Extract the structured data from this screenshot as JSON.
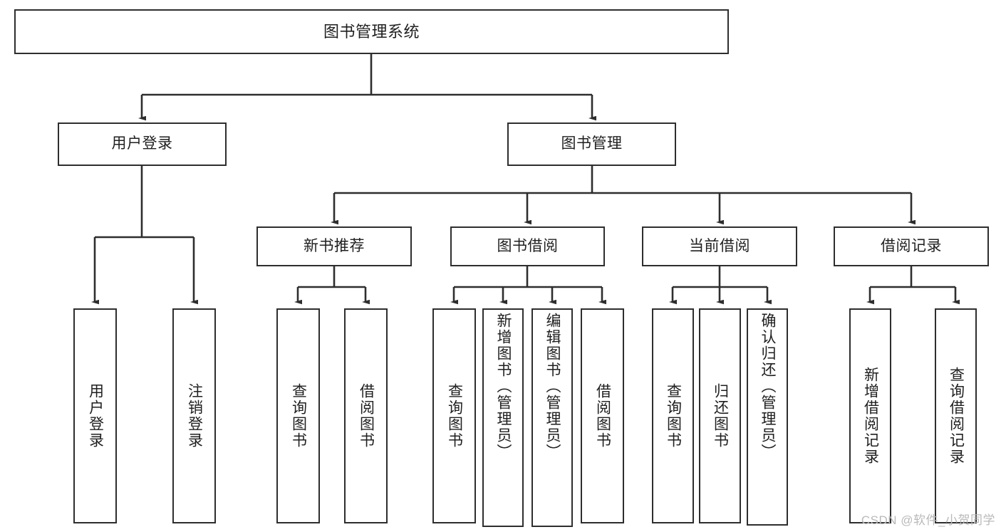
{
  "diagram": {
    "title": "图书管理系统",
    "type": "tree-hierarchy-chart",
    "watermark": "CSDN @软件_小贺同学",
    "colors": {
      "box_border": "#2e2e2e",
      "box_fill": "#ffffff",
      "edge": "#2e2e2e",
      "text": "#1f1f1f",
      "watermark": "#b9b9b9",
      "background": "#ffffff"
    },
    "nodes": {
      "root": {
        "label": "图书管理系统"
      },
      "level2": [
        {
          "label": "用户登录"
        },
        {
          "label": "图书管理"
        }
      ],
      "level3": [
        {
          "label": "新书推荐"
        },
        {
          "label": "图书借阅"
        },
        {
          "label": "当前借阅"
        },
        {
          "label": "借阅记录"
        }
      ],
      "leaves": {
        "user_login": [
          {
            "label": "用户登录"
          },
          {
            "label": "注销登录"
          }
        ],
        "new_book_recommend": [
          {
            "label": "查询图书"
          },
          {
            "label": "借阅图书"
          }
        ],
        "book_borrow": [
          {
            "label": "查询图书"
          },
          {
            "label": "新增图书（管理员）"
          },
          {
            "label": "编辑图书（管理员）"
          },
          {
            "label": "借阅图书"
          }
        ],
        "current_borrow": [
          {
            "label": "查询图书"
          },
          {
            "label": "归还图书"
          },
          {
            "label": "确认归还（管理员）"
          }
        ],
        "borrow_record": [
          {
            "label": "新增借阅记录"
          },
          {
            "label": "查询借阅记录"
          }
        ]
      }
    }
  }
}
